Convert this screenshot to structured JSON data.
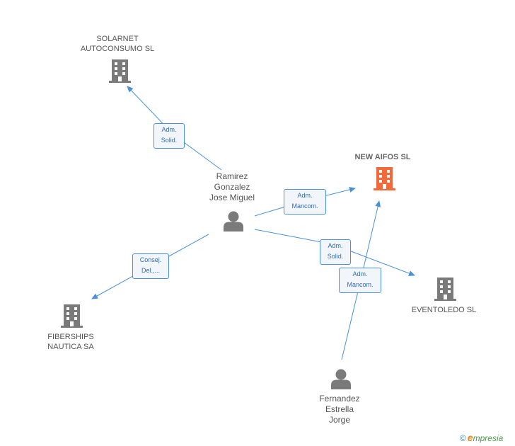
{
  "colors": {
    "edge": "#4a90d9",
    "node_gray": "#7a7a7a",
    "node_main": "#f26a3b"
  },
  "nodes": {
    "solarnet": {
      "label": "SOLARNET\nAUTOCONSUMO SL",
      "icon": "building-icon"
    },
    "new_aifos": {
      "label": "NEW AIFOS SL",
      "icon": "building-icon"
    },
    "eventoledo": {
      "label": "EVENTOLEDO SL",
      "icon": "building-icon"
    },
    "fiberships": {
      "label": "FIBERSHIPS\nNAUTICA SA",
      "icon": "building-icon"
    },
    "ramirez": {
      "label": "Ramirez\nGonzalez\nJose Miguel",
      "icon": "person-icon"
    },
    "fernandez": {
      "label": "Fernandez\nEstrella\nJorge",
      "icon": "person-icon"
    }
  },
  "edges": {
    "ramirez_solarnet": "Adm.\nSolid.",
    "ramirez_new_aifos": "Adm.\nMancom.",
    "ramirez_eventoledo": "Adm.\nSolid.",
    "ramirez_fiberships": "Consej.\nDel.,...",
    "fernandez_new_aifos": "Adm.\nMancom."
  },
  "watermark": {
    "copyright": "©",
    "brand_initial": "e",
    "brand_rest": "mpresia"
  }
}
